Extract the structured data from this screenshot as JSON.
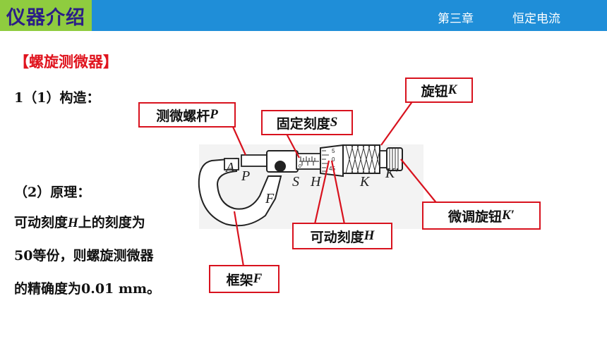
{
  "header": {
    "title": "仪器介绍",
    "chapter": "第三章",
    "section": "恒定电流",
    "colors": {
      "bar": "#1f8ed8",
      "title_bg": "#8fcc3f",
      "title_text": "#2b1e86"
    }
  },
  "content": {
    "heading": "【螺旋测微器】",
    "structure_label": "1（1）构造：",
    "principle_label": "（2）原理：",
    "principle_lines": [
      {
        "a": "可动刻度",
        "var": "H",
        "b": "上的刻度为"
      },
      {
        "a": "50等份，则螺旋测微器",
        "var": "",
        "b": ""
      },
      {
        "a": "的精确度为0.01 mm。",
        "var": "",
        "b": ""
      }
    ]
  },
  "callouts": {
    "spindle": {
      "text": "测微螺杆",
      "var": "P"
    },
    "sleeve": {
      "text": "固定刻度",
      "var": "S"
    },
    "knob": {
      "text": "旋钮",
      "var": "K"
    },
    "ratchet": {
      "text": "微调旋钮",
      "var": "K′"
    },
    "thimble": {
      "text": "可动刻度",
      "var": "H"
    },
    "frame": {
      "text": "框架",
      "var": "F"
    }
  },
  "diagram_letters": {
    "A": "A",
    "P": "P",
    "S": "S",
    "H": "H",
    "K": "K",
    "K2": "K′",
    "F": "F"
  },
  "scale_numbers": [
    "5",
    "0",
    "45",
    "0"
  ],
  "accent_color": "#d8121e"
}
